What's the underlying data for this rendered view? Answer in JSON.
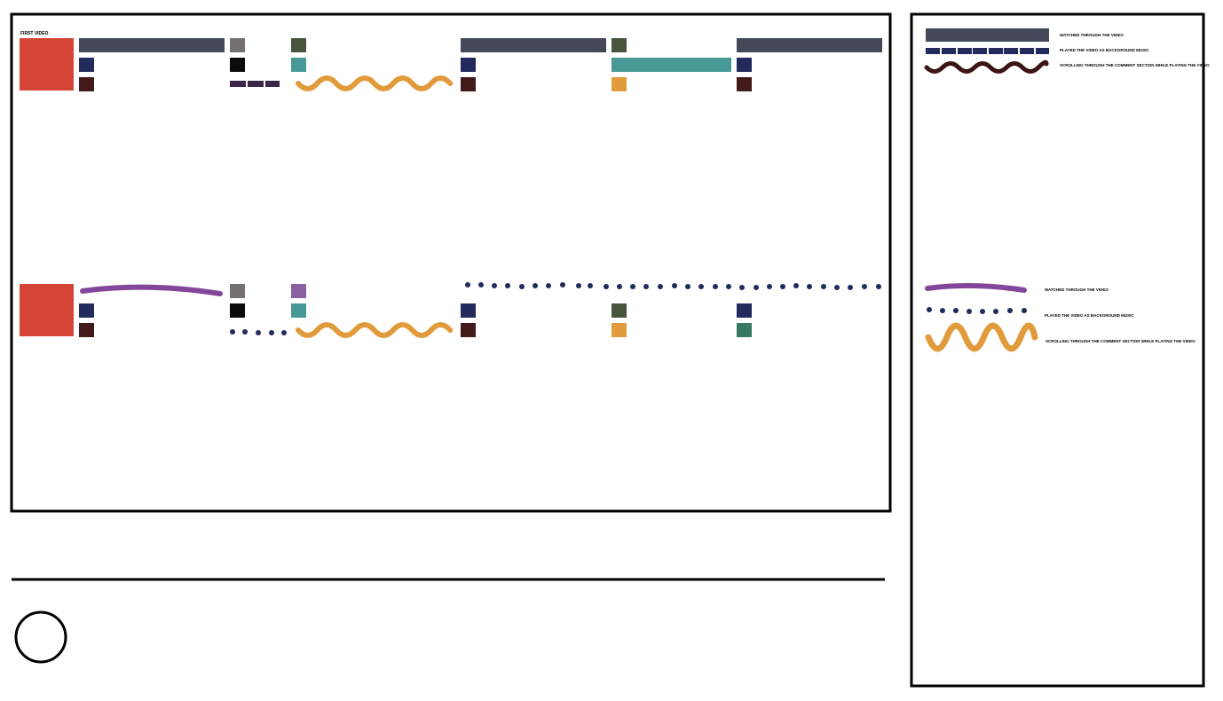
{
  "main_panel": {
    "first_row_label": "FIRST VIDEO"
  },
  "legend": {
    "group_a": [
      {
        "style": "solid-bar",
        "color": "#444859",
        "label": "WATCHED THROUGH THE VIDEO"
      },
      {
        "style": "dashed-bar",
        "color": "#232a5c",
        "label": "PLAYED THE VIDEO AS BACKGROUND MUSIC"
      },
      {
        "style": "wavy-line",
        "color": "#3d1414",
        "label": "SCROLLING THROUGH THE COMMENT SECTION WHILE PLAYING THE VIDEO"
      }
    ],
    "group_b": [
      {
        "style": "curved-line",
        "color": "#84469a",
        "label": "WATCHED THROUGH THE VIDEO"
      },
      {
        "style": "dotted-line",
        "color": "#232a5c",
        "label": "PLAYED THE VIDEO AS BACKGROUND MUSIC"
      },
      {
        "style": "wavy-line",
        "color": "#e29b3b",
        "label": "SCROLLING THROUGH THE COMMENT SECTION WHILE PLAYING THE VIDEO"
      }
    ]
  },
  "colors": {
    "red_block": "#d54535",
    "slate": "#444859",
    "navy": "#232a5c",
    "maroon": "#431a1a",
    "gray": "#757172",
    "black": "#0b0b0b",
    "olive": "#48553c",
    "teal": "#469996",
    "orange": "#e29b3b",
    "purple": "#84469a",
    "lavender": "#8a62a4",
    "plum": "#3d2748",
    "green_teal": "#377964"
  }
}
